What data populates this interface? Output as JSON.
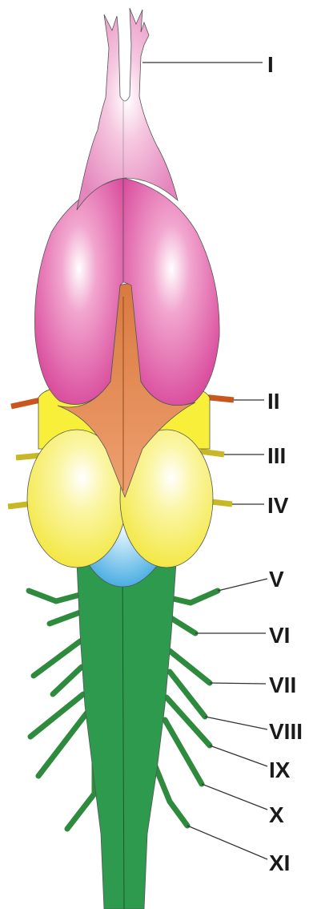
{
  "nerves": [
    {
      "id": "I",
      "label": "I"
    },
    {
      "id": "II",
      "label": "II"
    },
    {
      "id": "III",
      "label": "III"
    },
    {
      "id": "IV",
      "label": "IV"
    },
    {
      "id": "V",
      "label": "V"
    },
    {
      "id": "VI",
      "label": "VI"
    },
    {
      "id": "VII",
      "label": "VII"
    },
    {
      "id": "VIII",
      "label": "VIII"
    },
    {
      "id": "IX",
      "label": "IX"
    },
    {
      "id": "X",
      "label": "X"
    },
    {
      "id": "XI",
      "label": "XI"
    }
  ],
  "colors": {
    "olfactory": "#e88fc4",
    "cerebrum": "#e05a9e",
    "diencephalon": "#e08a50",
    "optic_lobe": "#f7ef6a",
    "cerebellum": "#58b8e8",
    "medulla": "#2e9a4e",
    "nerve_green": "#2e8b3e",
    "nerve_olive": "#c8b828",
    "nerve_orange": "#c8561e"
  }
}
